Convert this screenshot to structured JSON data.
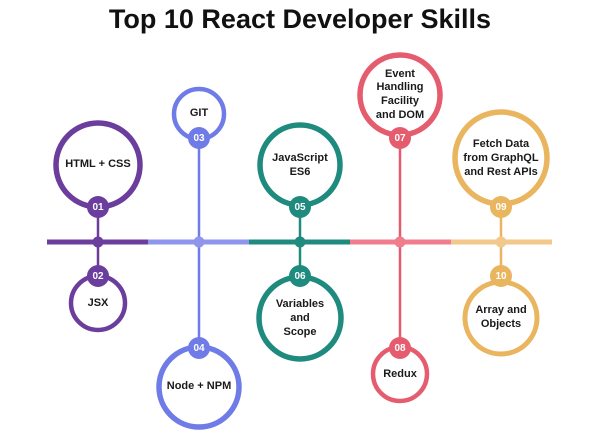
{
  "title": "Top 10 React Developer Skills",
  "skills": [
    {
      "num": "01",
      "label": "HTML + CSS",
      "color": "#6b3d9c"
    },
    {
      "num": "02",
      "label": "JSX",
      "color": "#6b3d9c"
    },
    {
      "num": "03",
      "label": "GIT",
      "color": "#6f7be6"
    },
    {
      "num": "04",
      "label": "Node + NPM",
      "color": "#6f7be6"
    },
    {
      "num": "05",
      "label": "JavaScript\nES6",
      "color": "#1f8a7e"
    },
    {
      "num": "06",
      "label": "Variables\nand\nScope",
      "color": "#1f8a7e"
    },
    {
      "num": "07",
      "label": "Event\nHandling\nFacility\nand DOM",
      "color": "#e55c6f"
    },
    {
      "num": "08",
      "label": "Redux",
      "color": "#e55c6f"
    },
    {
      "num": "09",
      "label": "Fetch Data\nfrom GraphQL\nand Rest APIs",
      "color": "#e9b55e"
    },
    {
      "num": "10",
      "label": "Array and\nObjects",
      "color": "#e9b55e"
    }
  ]
}
